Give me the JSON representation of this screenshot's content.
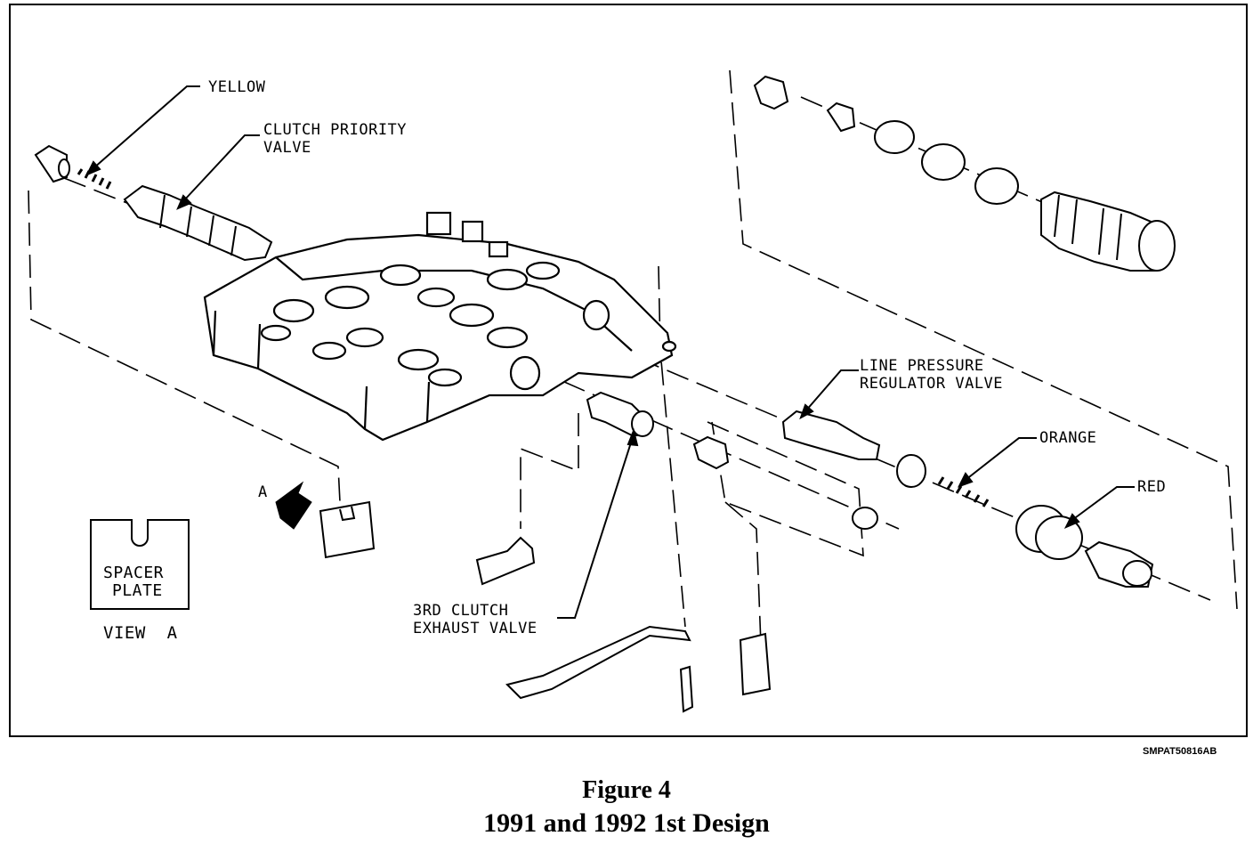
{
  "labels": {
    "yellow": "YELLOW",
    "clutch_priority_1": "CLUTCH PRIORITY",
    "clutch_priority_2": "VALVE",
    "line_pressure_1": "LINE PRESSURE",
    "line_pressure_2": "REGULATOR VALVE",
    "orange": "ORANGE",
    "red": "RED",
    "third_clutch_1": "3RD CLUTCH",
    "third_clutch_2": "EXHAUST VALVE",
    "spacer_1": "SPACER",
    "spacer_2": "PLATE",
    "view_a": "VIEW  A",
    "arrow_a": "A"
  },
  "drawing_code": "SMPAT50816AB",
  "caption": {
    "line1": "Figure 4",
    "line2": "1991 and 1992 1st Design"
  }
}
